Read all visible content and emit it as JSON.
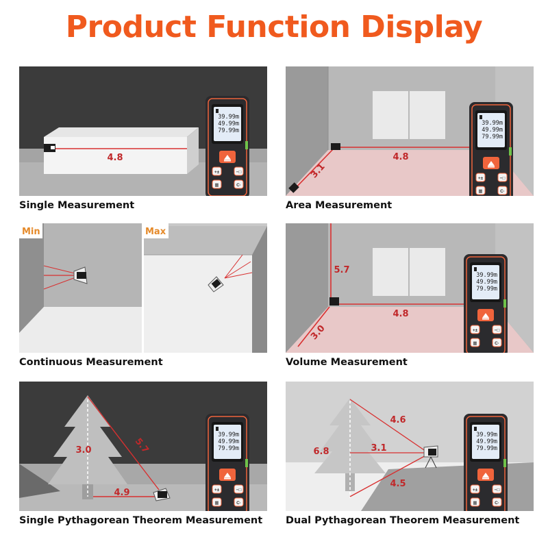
{
  "title": "Product Function Display",
  "colors": {
    "title": "#f05a1e",
    "annotation": "#c0282a",
    "minmax": "#e58a2a",
    "laser": "#d83030",
    "device_body": "#2b2b2e",
    "device_trim": "#f0643c"
  },
  "device": {
    "readings": [
      "39.99",
      "49.99",
      "79.99"
    ],
    "unit": "m",
    "icons": [
      "battery-icon",
      "laser-icon",
      "measure-mode-icon",
      "unit-icon",
      "function-icon",
      "clear-icon"
    ]
  },
  "panels": [
    {
      "id": "single",
      "caption": "Single Measurement",
      "labels": [
        "4.8"
      ]
    },
    {
      "id": "area",
      "caption": "Area Measurement",
      "labels": [
        "4.8",
        "3.1"
      ]
    },
    {
      "id": "continuous",
      "caption": "Continuous Measurement",
      "labels": [
        "Min",
        "Max"
      ]
    },
    {
      "id": "volume",
      "caption": "Volume Measurement",
      "labels": [
        "5.7",
        "4.8",
        "3.0"
      ]
    },
    {
      "id": "single-pythagorean",
      "caption": "Single Pythagorean Theorem Measurement",
      "labels": [
        "3.0",
        "5.7",
        "4.9"
      ]
    },
    {
      "id": "dual-pythagorean",
      "caption": "Dual Pythagorean Theorem Measurement",
      "labels": [
        "4.6",
        "3.1",
        "6.8",
        "4.5"
      ]
    }
  ]
}
